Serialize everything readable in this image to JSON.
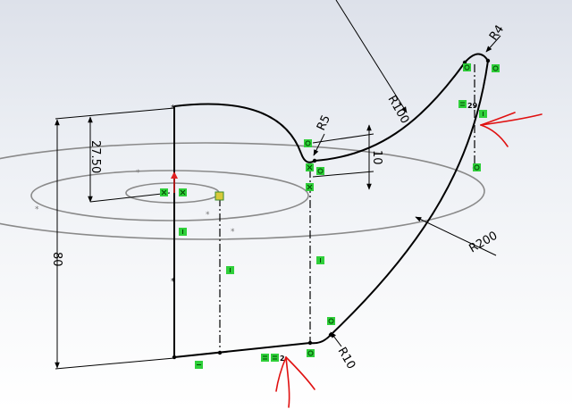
{
  "sketch": {
    "dimensions": {
      "r4": "R4",
      "r100": "R100",
      "r5": "R5",
      "d10": "10",
      "d27_50": "27.50",
      "d80": "80",
      "r200": "R200",
      "r10": "R10"
    },
    "relation_numbers": {
      "n29": "29",
      "n2": "2"
    }
  },
  "colors": {
    "sketch_line": "#000000",
    "construction_ellipse": "#8a8a8a",
    "relation_badge": "#2fcf3a",
    "annotation_arrow": "#e01010",
    "origin": "#e02020"
  }
}
